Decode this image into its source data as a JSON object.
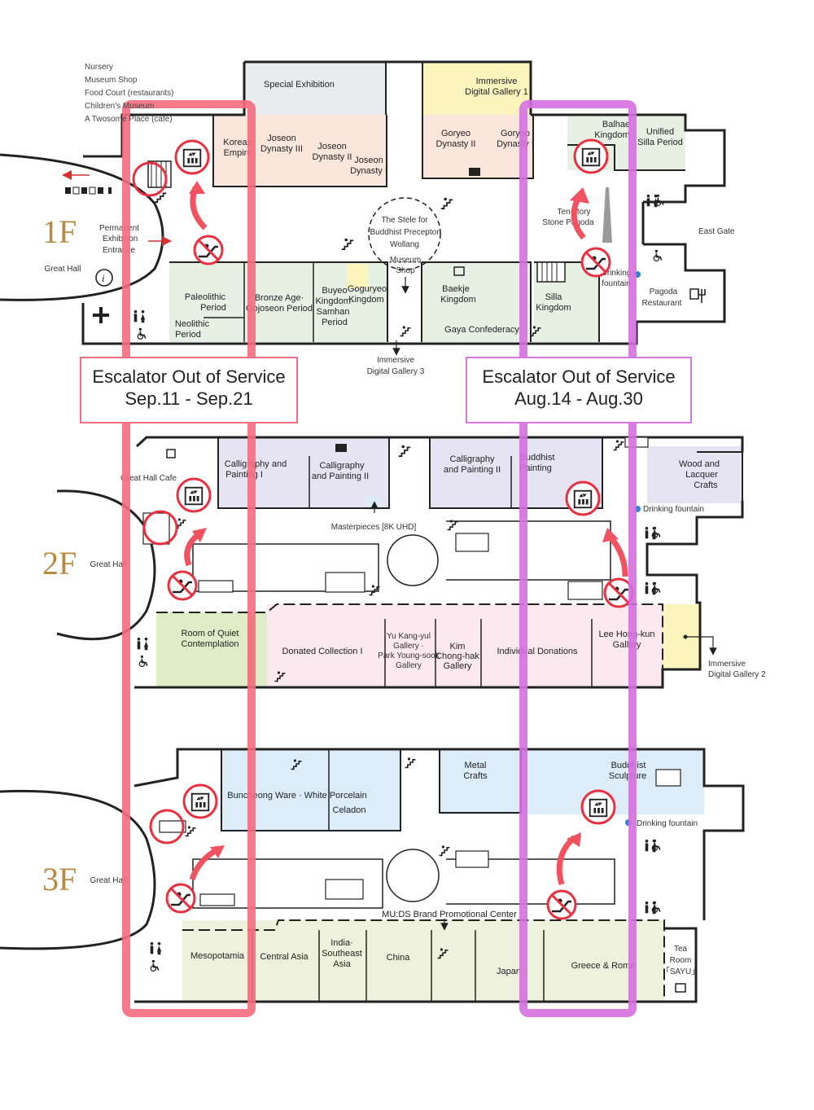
{
  "colors": {
    "red_band": "#f56b7d",
    "purple_band": "#d56fe0",
    "floor_label": "#b8893e",
    "prehistory_green": "#e7f1e3",
    "joseon_pink": "#fbe6dc",
    "calligraphy_lavender": "#e6e4f2",
    "sculpture_blue": "#dcecf8",
    "asia_beige": "#eef1dc",
    "donation_pink": "#fbe9ef",
    "immersive_yellow": "#fbf5bd",
    "quiet_green": "#dfecc8",
    "exhibition_gray": "#e9ecef",
    "no_escalator_red": "#e8303f"
  },
  "top_info": [
    "Nursery",
    "Museum Shop",
    "Food Court (restaurants)",
    "Children's Museum",
    "A Twosome Place (cafe)"
  ],
  "notices": {
    "red": {
      "line1": "Escalator Out of Service",
      "line2": "Sep.11 - Sep.21"
    },
    "purple": {
      "line1": "Escalator Out of Service",
      "line2": "Aug.14 - Aug.30"
    }
  },
  "floors": {
    "f1": {
      "label": "1F",
      "great_hall": "Great Hall",
      "entrance": [
        "Permanent",
        "Exhibition",
        "Entrance"
      ],
      "rooms": {
        "special_exhibition": "Special Exhibition",
        "immersive_1": [
          "Immersive",
          "Digital Gallery 1"
        ],
        "korean_empire": [
          "Korean",
          "Empire"
        ],
        "joseon_3": [
          "Joseon",
          "Dynasty III"
        ],
        "joseon_2": [
          "Joseon",
          "Dynasty II"
        ],
        "joseon_1": [
          "Joseon",
          "Dynasty I"
        ],
        "goryeo_2": [
          "Goryeo",
          "Dynasty II"
        ],
        "goryeo_1": [
          "Goryeo",
          "Dynasty I"
        ],
        "balhae": [
          "Balhae",
          "Kingdom"
        ],
        "unified_silla": [
          "Unified",
          "Silla Period"
        ],
        "stele": [
          "The Stele for",
          "Buddhist Preceptor",
          "Wollang"
        ],
        "ten_story": [
          "Ten-story",
          "Stone Pagoda"
        ],
        "east_gate": "East Gate",
        "museum_shop": [
          "Museum",
          "Shop"
        ],
        "paleolithic": [
          "Paleolithic",
          "Period"
        ],
        "bronze": [
          "Bronze Age·",
          "Gojoseon Period"
        ],
        "buyeo": [
          "Buyeo",
          "Kingdom·",
          "Samhan",
          "Period"
        ],
        "goguryeo": [
          "Goguryeo",
          "Kingdom"
        ],
        "neolithic": [
          "Neolithic",
          "Period"
        ],
        "baekje": [
          "Baekje",
          "Kingdom"
        ],
        "gaya": "Gaya Confederacy",
        "silla": [
          "Silla",
          "Kingdom"
        ],
        "drinking": [
          "Drinking",
          "fountain"
        ],
        "pagoda": [
          "Pagoda",
          "Restaurant"
        ],
        "immersive_3": [
          "Immersive",
          "Digital Gallery 3"
        ]
      }
    },
    "f2": {
      "label": "2F",
      "great_hall": "Great Hall",
      "rooms": {
        "cafe": "Great Hall Cafe",
        "calligraphy_1": [
          "Calligraphy and",
          "Painting I"
        ],
        "calligraphy_2": [
          "Calligraphy",
          "and Painting II"
        ],
        "calligraphy_3": [
          "Calligraphy",
          "and Painting II"
        ],
        "buddhist_painting": [
          "Buddhist",
          "Painting"
        ],
        "wood": [
          "Wood and",
          "Lacquer",
          "Crafts"
        ],
        "drinking": "Drinking fountain",
        "masterpieces": "Masterpieces [8K UHD]",
        "quiet": [
          "Room of Quiet",
          "Contemplation"
        ],
        "donated": "Donated Collection I",
        "yu_kang": [
          "Yu Kang-yul",
          "Gallery ·",
          "Park Young-sook",
          "Gallery"
        ],
        "kim": [
          "Kim",
          "Chong-hak",
          "Gallery"
        ],
        "individual": "Individual Donations",
        "lee": [
          "Lee Hong-kun",
          "Gallery"
        ],
        "immersive_2": [
          "Immersive",
          "Digital Gallery 2"
        ]
      }
    },
    "f3": {
      "label": "3F",
      "great_hall": "Great Hall",
      "rooms": {
        "buncheong": "Buncheong Ware · White Porcelain",
        "celadon": "Celadon",
        "metal": [
          "Metal",
          "Crafts"
        ],
        "buddhist_sculpture": [
          "Buddhist",
          "Sculpture"
        ],
        "drinking": "Drinking fountain",
        "mu_ds": "MU:DS Brand Promotional Center",
        "mesopotamia": "Mesopotamia",
        "central_asia": "Central Asia",
        "india": [
          "India·",
          "Southeast",
          "Asia"
        ],
        "china": "China",
        "japan": "Japan",
        "greece": "Greece & Rome",
        "tea": [
          "Tea",
          "Room",
          "「SAYU」"
        ]
      }
    }
  }
}
